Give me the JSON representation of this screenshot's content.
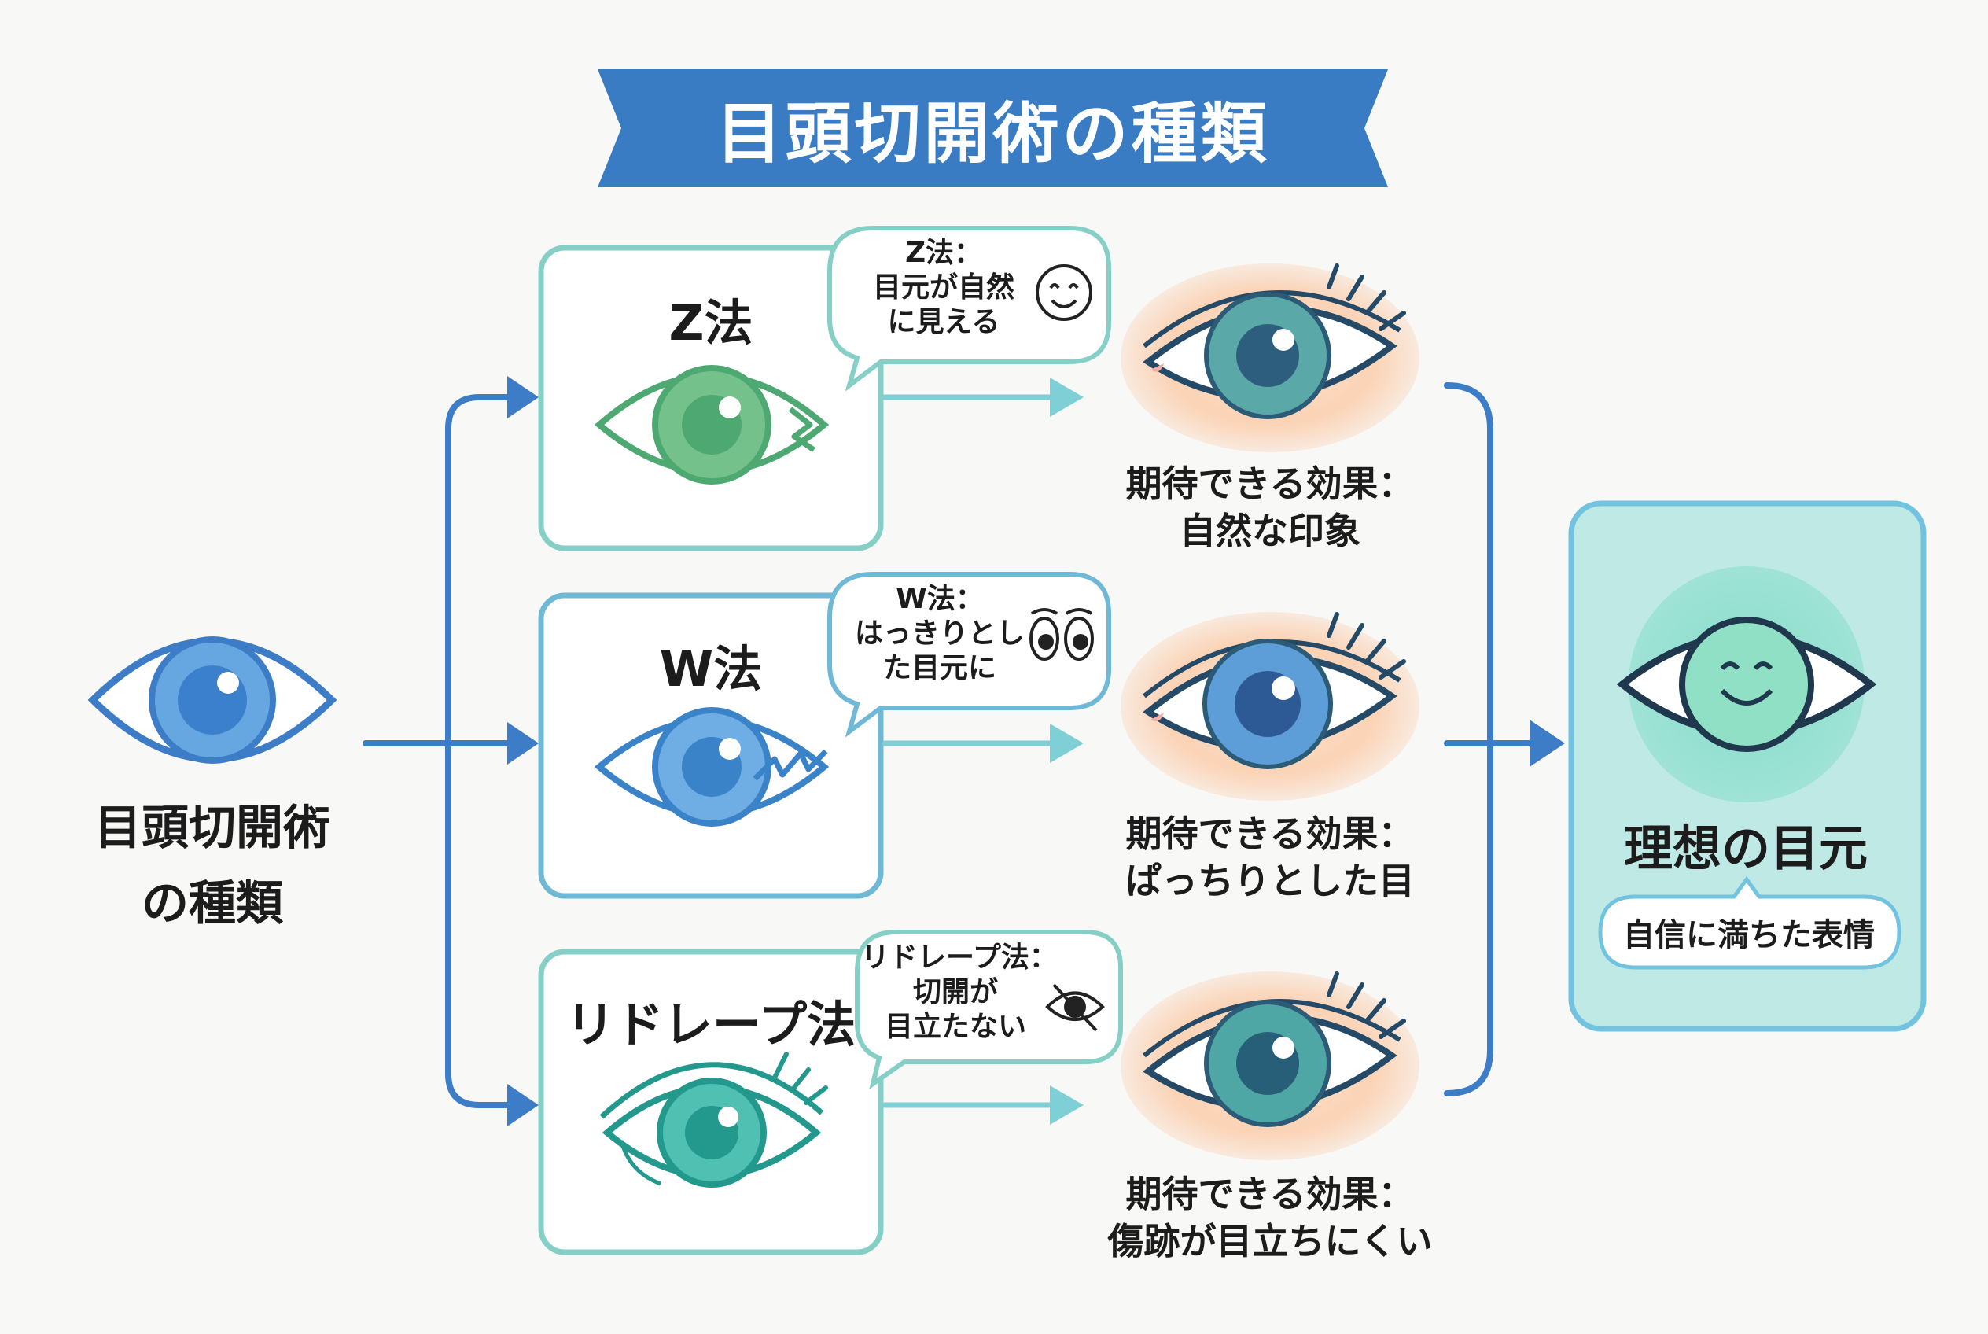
{
  "title": "目頭切開術の種類",
  "root": {
    "line1": "目頭切開術",
    "line2": "の種類"
  },
  "methods": [
    {
      "name": "Z法",
      "bubble": [
        "Z法：",
        "目元が自然",
        "に見える"
      ],
      "bubble_icon": "smiling-face-icon",
      "effect_label": "期待できる効果：",
      "effect": "自然な印象"
    },
    {
      "name": "W法",
      "bubble": [
        "W法：",
        "はっきりとし",
        "た目元に"
      ],
      "bubble_icon": "wide-eyes-icon",
      "effect_label": "期待できる効果：",
      "effect": "ぱっちりとした目"
    },
    {
      "name": "リドレープ法",
      "bubble": [
        "リドレープ法：",
        "切開が",
        "目立たない"
      ],
      "bubble_icon": "hidden-eye-icon",
      "effect_label": "期待できる効果：",
      "effect": "傷跡が目立ちにくい"
    }
  ],
  "result": {
    "title": "理想の目元",
    "subtitle": "自信に満ちた表情"
  },
  "colors": {
    "banner": "#3a7cc4",
    "arrow_blue": "#3d7cc6",
    "z_box": "#86cfc7",
    "w_box": "#70b9d6",
    "r_box": "#86cfc7",
    "z_eye": "#4ea872",
    "w_eye": "#3b83c9",
    "r_eye": "#23988c",
    "result_bg": "#bfe9e5",
    "result_border": "#72c3df",
    "effect_glow": "#fbd7bd"
  }
}
